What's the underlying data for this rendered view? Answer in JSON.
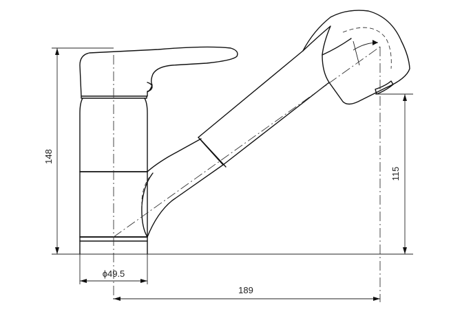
{
  "dimensions": {
    "height_total": "148",
    "height_spout": "115",
    "diameter": "ϕ49.5",
    "reach": "189"
  },
  "colors": {
    "line": "#111111",
    "background": "#ffffff"
  }
}
